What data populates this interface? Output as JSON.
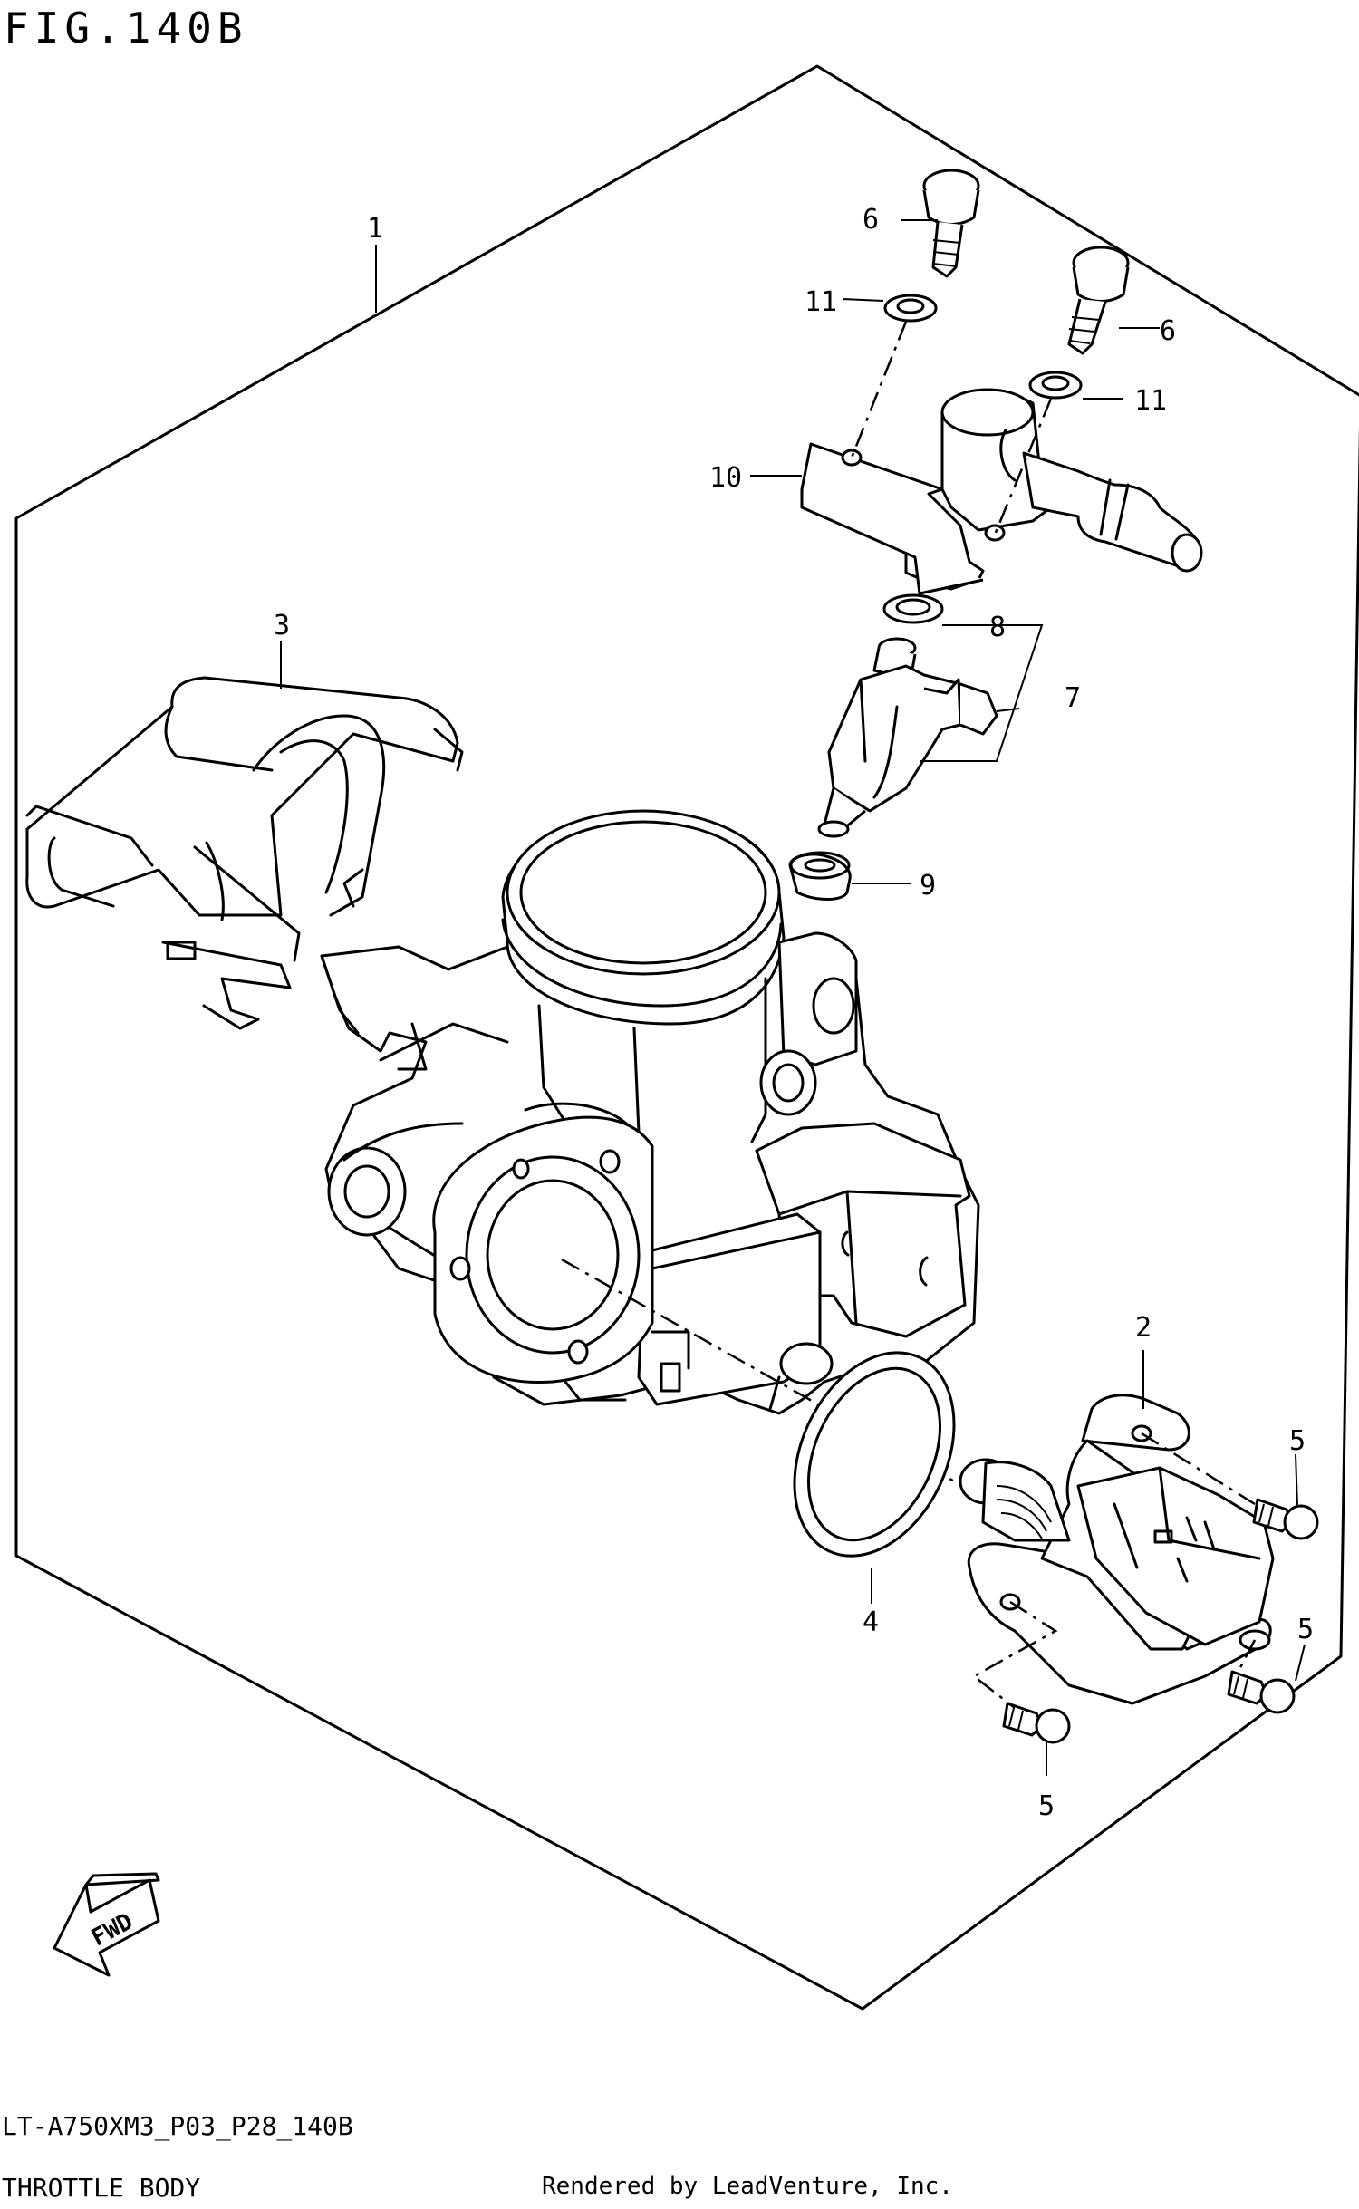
{
  "figure": {
    "title": "FIG.140B"
  },
  "footer": {
    "model_code": "LT-A750XM3_P03_P28_140B",
    "section_name": "THROTTLE BODY",
    "credit": "Rendered by LeadVenture, Inc."
  },
  "callouts": {
    "c1": "1",
    "c2": "2",
    "c3": "3",
    "c4": "4",
    "c5a": "5",
    "c5b": "5",
    "c5c": "5",
    "c6a": "6",
    "c6b": "6",
    "c7": "7",
    "c8": "8",
    "c9": "9",
    "c10": "10",
    "c11a": "11",
    "c11b": "11"
  },
  "badge": {
    "fwd": "FWD"
  }
}
